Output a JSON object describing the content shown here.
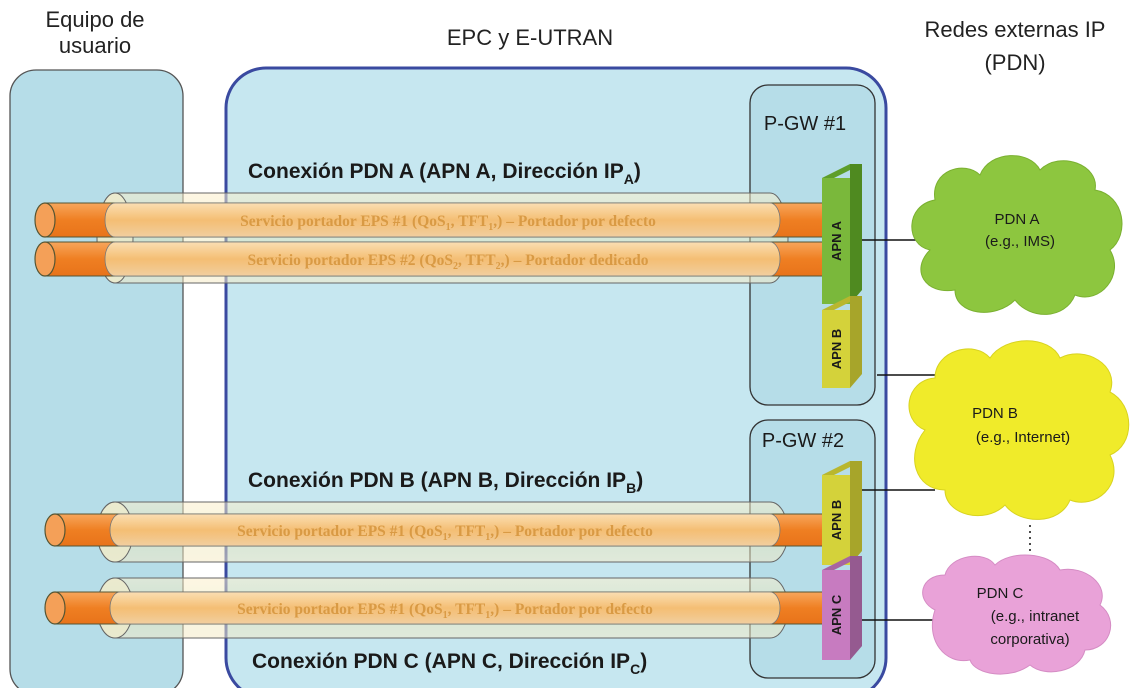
{
  "headers": {
    "ue_line1": "Equipo de",
    "ue_line2": "usuario",
    "epc": "EPC y E-UTRAN",
    "ext_line1": "Redes externas IP",
    "ext_line2": "(PDN)"
  },
  "gateways": {
    "pgw1": "P-GW #1",
    "pgw2": "P-GW #2"
  },
  "connections": {
    "a": {
      "text": "Conexión PDN A (APN A, Dirección IP",
      "sub": "A",
      "close": ")"
    },
    "b": {
      "text": "Conexión PDN B (APN B, Dirección IP",
      "sub": "B",
      "close": ")"
    },
    "c": {
      "text": "Conexión PDN C (APN C, Dirección IP",
      "sub": "C",
      "close": ")"
    }
  },
  "bearers": [
    {
      "pre": "Servicio portador EPS #1 (QoS",
      "qsub": "1",
      "mid": ", TFT",
      "tsub": "1",
      "post": ",) – Portador por defecto"
    },
    {
      "pre": "Servicio portador EPS #2 (QoS",
      "qsub": "2",
      "mid": ", TFT",
      "tsub": "2",
      "post": ",) – Portador dedicado"
    },
    {
      "pre": "Servicio portador EPS #1 (QoS",
      "qsub": "1",
      "mid": ", TFT",
      "tsub": "1",
      "post": ",) – Portador por defecto"
    },
    {
      "pre": "Servicio portador EPS #1 (QoS",
      "qsub": "1",
      "mid": ", TFT",
      "tsub": "1",
      "post": ",) – Portador por defecto"
    }
  ],
  "apns": {
    "a": "APN A",
    "b1": "APN B",
    "b2": "APN B",
    "c": "APN C"
  },
  "clouds": {
    "a": {
      "line1": "PDN A",
      "line2": "(e.g., IMS)",
      "color": "#8dc63f"
    },
    "b": {
      "line1": "PDN B",
      "line2": "(e.g., Internet)",
      "color": "#f0eb2a"
    },
    "c": {
      "line1": "PDN C",
      "line2": "(e.g., intranet",
      "line3": "corporativa)",
      "color": "#e9a2d8"
    }
  },
  "colors": {
    "ue_box": "#b6dde8",
    "epc_box": "#c6e7f0",
    "epc_border": "#3a4aa0",
    "tunnel": "#f5d9a0",
    "pipe": "#f08a35",
    "apn_a": "#7ab83b",
    "apn_b": "#d4d23a",
    "apn_c": "#c77bc0"
  }
}
